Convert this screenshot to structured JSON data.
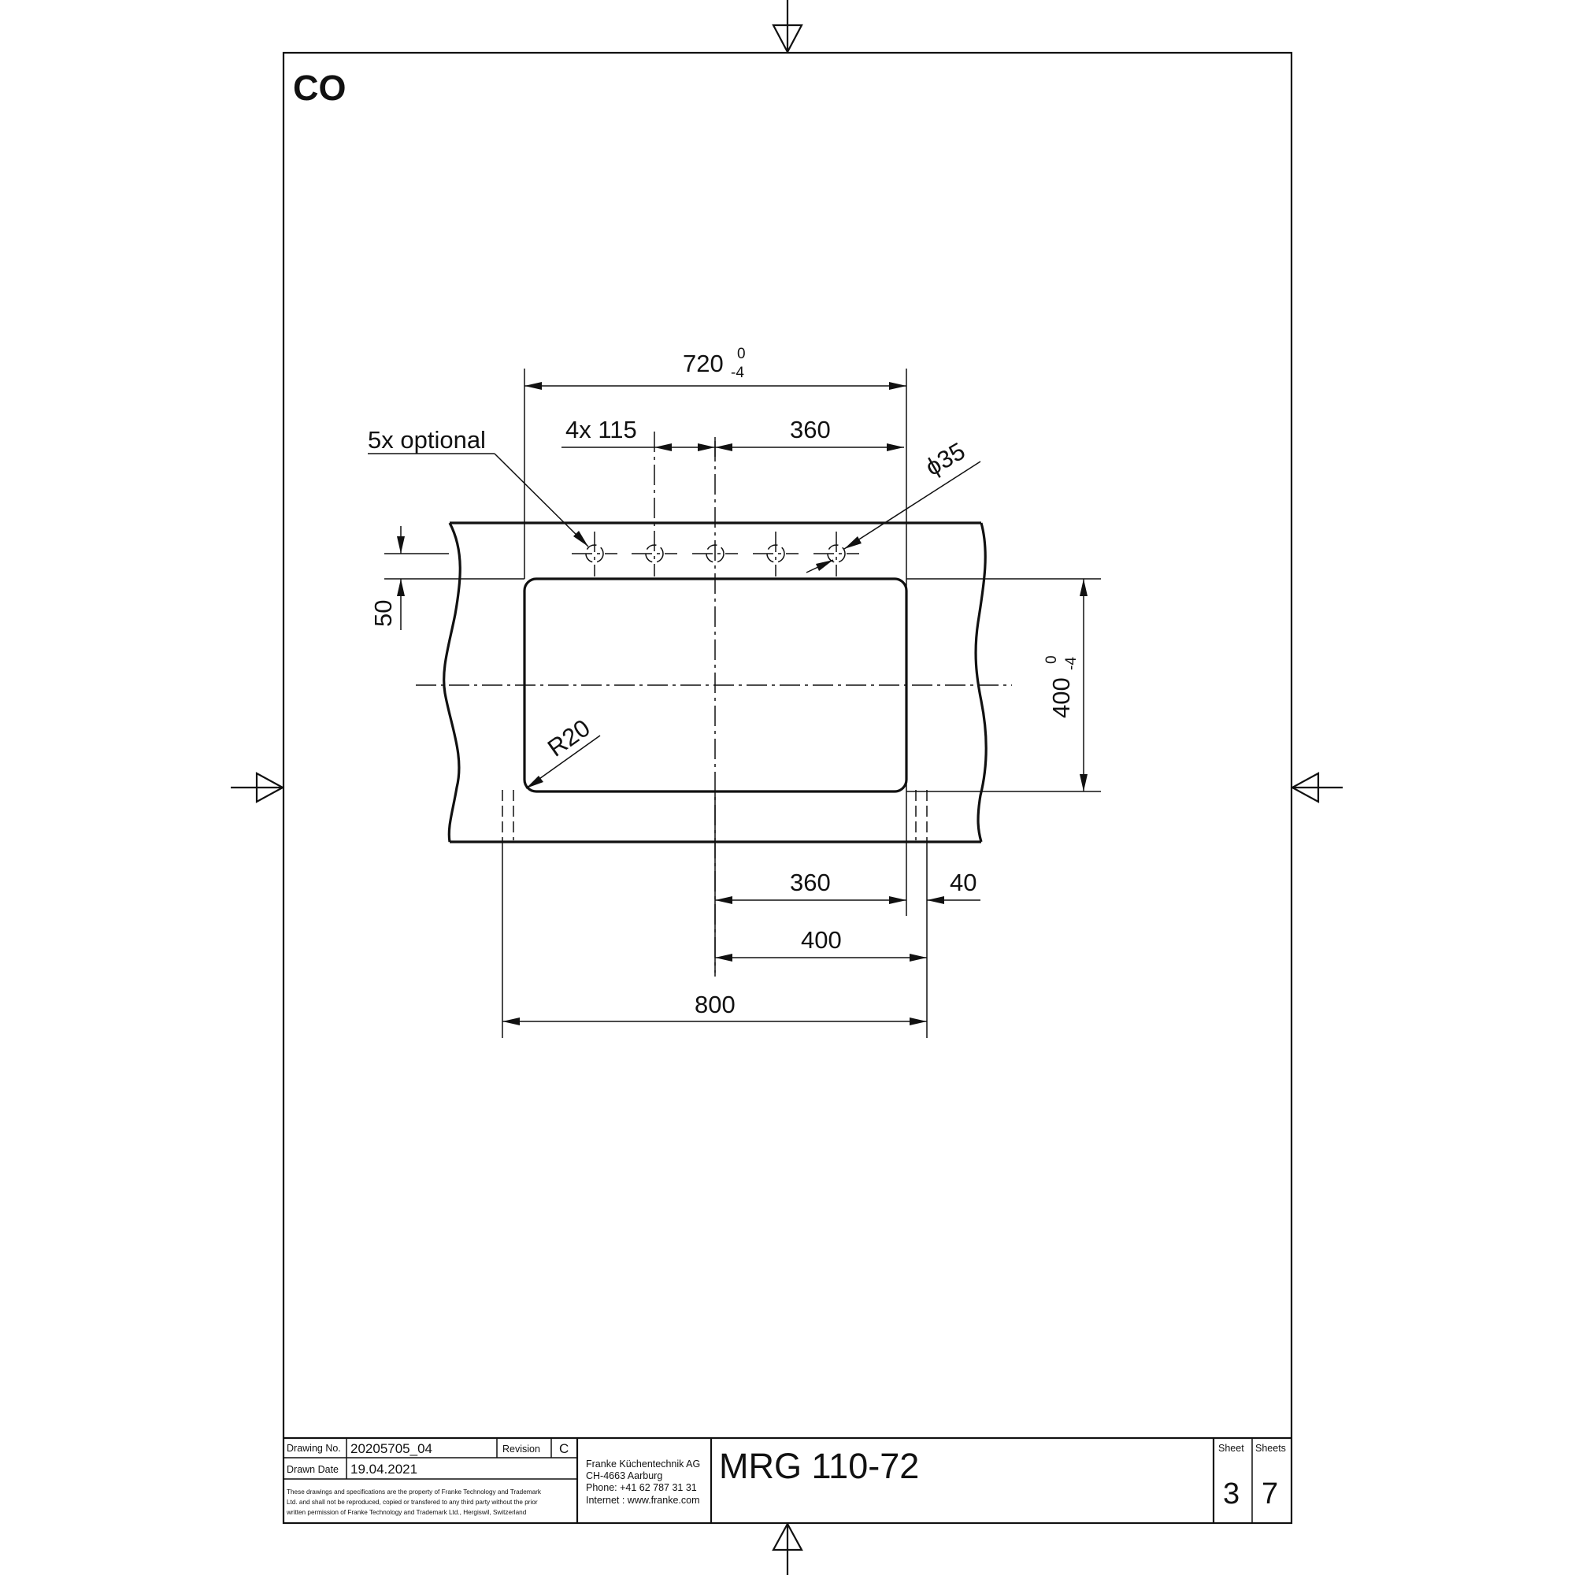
{
  "sheet_code": "CO",
  "dimensions": {
    "width_cutout": "720",
    "width_cutout_tol_upper": "0",
    "width_cutout_tol_lower": "-4",
    "hole_spacing": "4x 115",
    "hole_to_edge": "360",
    "hole_diameter": "ϕ35",
    "optional_note": "5x optional",
    "hole_offset": "50",
    "height_cutout": "400",
    "height_cutout_tol_upper": "0",
    "height_cutout_tol_lower": "-4",
    "corner_radius": "R20",
    "half_cutout": "360",
    "edge_gap": "40",
    "half_cabinet": "400",
    "cabinet_width": "800"
  },
  "title_block": {
    "drawing_no_label": "Drawing No.",
    "drawing_no": "20205705_04",
    "revision_label": "Revision",
    "revision": "C",
    "drawn_date_label": "Drawn Date",
    "drawn_date": "19.04.2021",
    "disclaimer_line1": "These drawings and specifications are the property of Franke Technology and Trademark",
    "disclaimer_line2": "Ltd. and shall not be reproduced, copied or transfered to any third party without the prior",
    "disclaimer_line3": "written permission of Franke Technology and Trademark Ltd., Hergiswil, Switzerland",
    "company_line1": "Franke Küchentechnik AG",
    "company_line2": "CH-4663 Aarburg",
    "company_line3": "Phone:  +41 62 787 31 31",
    "company_line4": "Internet :  www.franke.com",
    "product": "MRG 110-72",
    "sheet_label": "Sheet",
    "sheet": "3",
    "sheets_label": "Sheets",
    "sheets": "7"
  }
}
